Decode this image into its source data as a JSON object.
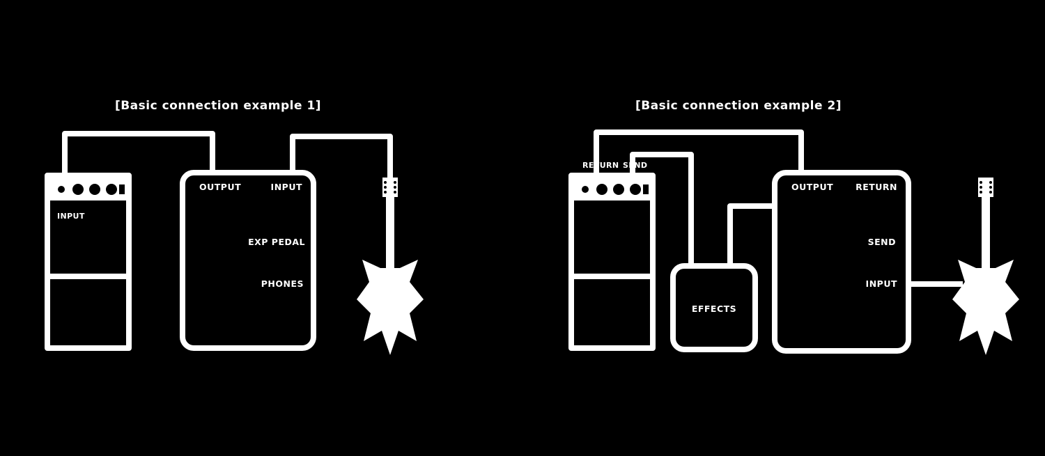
{
  "colors": {
    "background": "#000000",
    "ink": "#ffffff"
  },
  "left": {
    "title": "[Basic connection example 1]",
    "amp": {
      "input_label": "INPUT"
    },
    "device": {
      "output_label": "OUTPUT",
      "input_label": "INPUT",
      "exp_label": "EXP PEDAL",
      "phones_label": "PHONES"
    }
  },
  "right": {
    "title": "[Basic connection example 2]",
    "amp": {
      "return_label": "RETURN",
      "send_label": "SEND"
    },
    "device": {
      "output_label": "OUTPUT",
      "return_label": "RETURN",
      "send_label": "SEND",
      "input_label": "INPUT"
    },
    "pedal": {
      "label": "EFFECTS"
    }
  }
}
